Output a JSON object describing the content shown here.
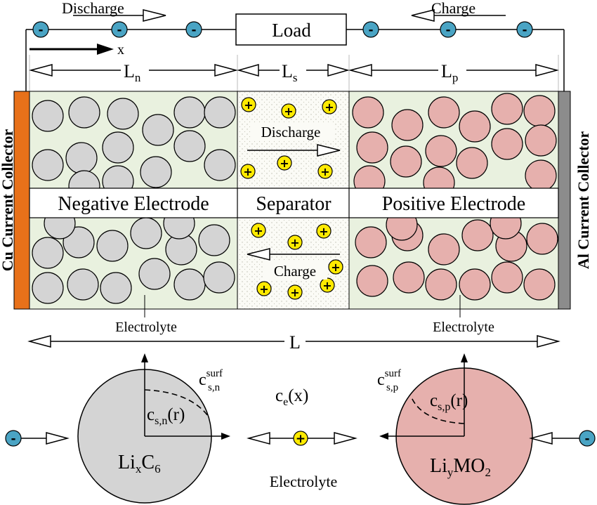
{
  "labels": {
    "discharge_top": "Discharge",
    "charge_top": "Charge",
    "load": "Load",
    "x_axis": "x",
    "ln_main": "L",
    "ln_sub": "n",
    "ls_main": "L",
    "ls_sub": "s",
    "lp_main": "L",
    "lp_sub": "p",
    "negative_electrode": "Negative Electrode",
    "separator": "Separator",
    "positive_electrode": "Positive Electrode",
    "sep_discharge": "Discharge",
    "sep_charge": "Charge",
    "electrolyte_left": "Electrolyte",
    "electrolyte_right": "Electrolyte",
    "total_length": "L",
    "cu_collector": "Cu Current Collector",
    "al_collector": "Al Current Collector",
    "csurf_n_main": "c",
    "csurf_n_sup": "surf",
    "csurf_n_sub": "s,n",
    "csurf_p_main": "c",
    "csurf_p_sup": "surf",
    "csurf_p_sub": "s,p",
    "csn_main": "c",
    "csn_sub": "s,n",
    "csn_tail": "(r)",
    "csp_main": "c",
    "csp_sub": "s,p",
    "csp_tail": "(r)",
    "ce_main": "c",
    "ce_sub": "e",
    "ce_tail": "(x)",
    "lixc6_a": "Li",
    "lixc6_b": "x",
    "lixc6_c": "C",
    "lixc6_d": "6",
    "liymo2_a": "Li",
    "liymo2_b": "y",
    "liymo2_c": "MO",
    "liymo2_d": "2",
    "electrolyte_bottom": "Electrolyte",
    "electron_symbol": "-",
    "ion_symbol": "+"
  },
  "colors": {
    "cu": "#e8711a",
    "al": "#8c8c8c",
    "electrode_bg": "#e9f1df",
    "separator_bg": "#f7f7f2",
    "neg_particle": "#d4d4d4",
    "pos_particle": "#e6b0ad",
    "ion": "#ffea00",
    "electron": "#4aa4c4"
  }
}
